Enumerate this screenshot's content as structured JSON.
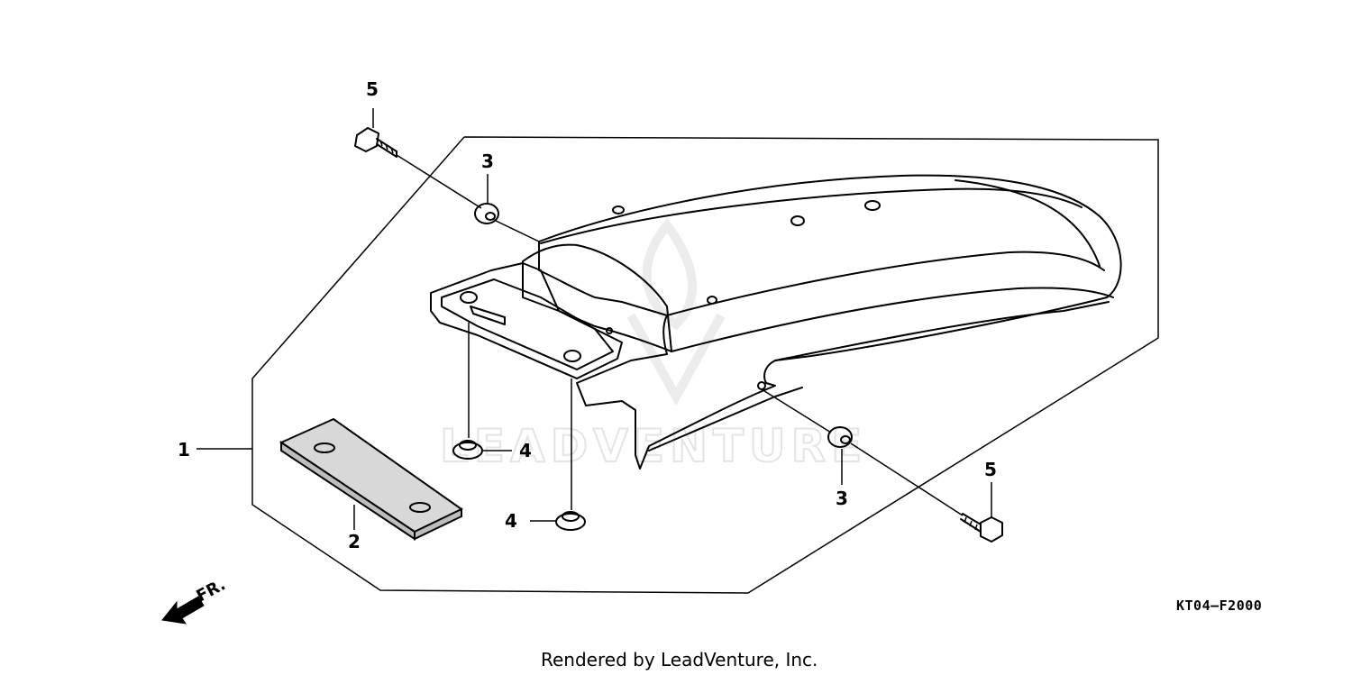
{
  "watermark": {
    "text": "LEADVENTURE"
  },
  "callouts": {
    "c1": "1",
    "c2": "2",
    "c3a": "3",
    "c3b": "3",
    "c4a": "4",
    "c4b": "4",
    "c5a": "5",
    "c5b": "5"
  },
  "direction": {
    "label": "FR."
  },
  "diagram_code": "KT04–F2000",
  "footer": {
    "credit": "Rendered by LeadVenture, Inc."
  }
}
